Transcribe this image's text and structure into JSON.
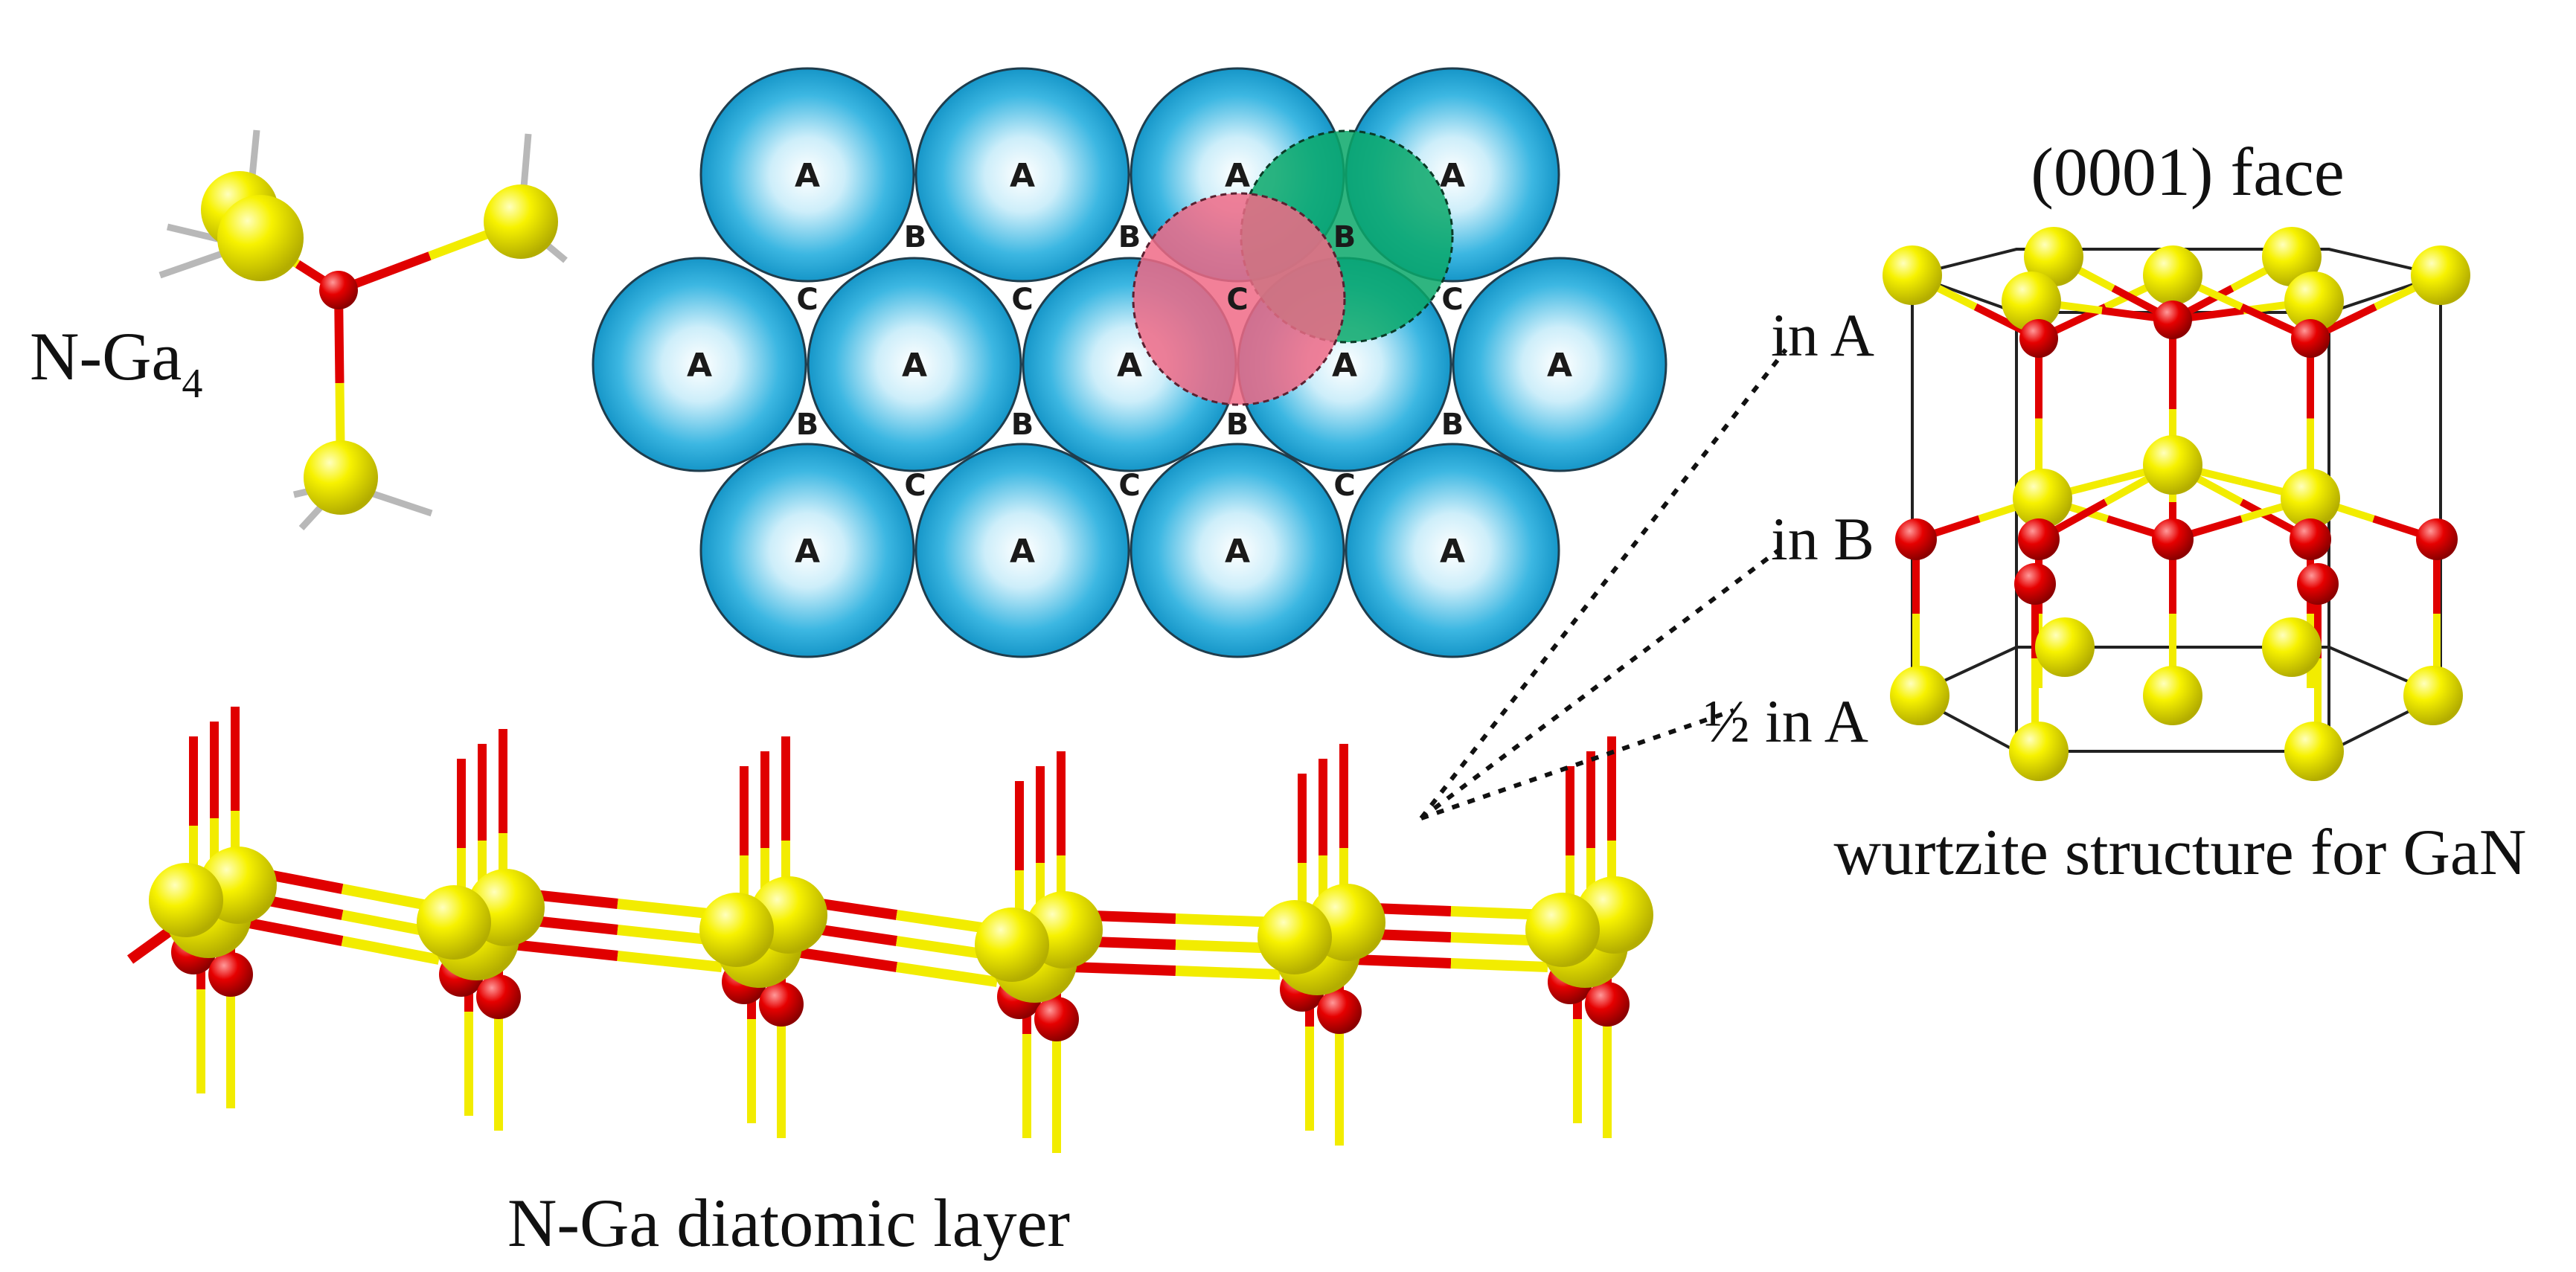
{
  "figure": {
    "labels": {
      "tetrahedron": "N-Ga",
      "tetrahedron_subscript": "4",
      "layer": "N-Ga diatomic layer",
      "face": "(0001) face",
      "in_a": "in A",
      "in_b": "in B",
      "half_in_a": "½ in A",
      "structure": "wurtzite structure for GaN"
    },
    "packing": {
      "sphere_label": "A",
      "site_b": "B",
      "site_c": "C"
    },
    "colors": {
      "gallium": "#f2ec00",
      "nitrogen": "#e00000",
      "sphere_a": "#1aa6d8",
      "sphere_b": "#0aa86a",
      "sphere_c": "#f06a86"
    }
  }
}
